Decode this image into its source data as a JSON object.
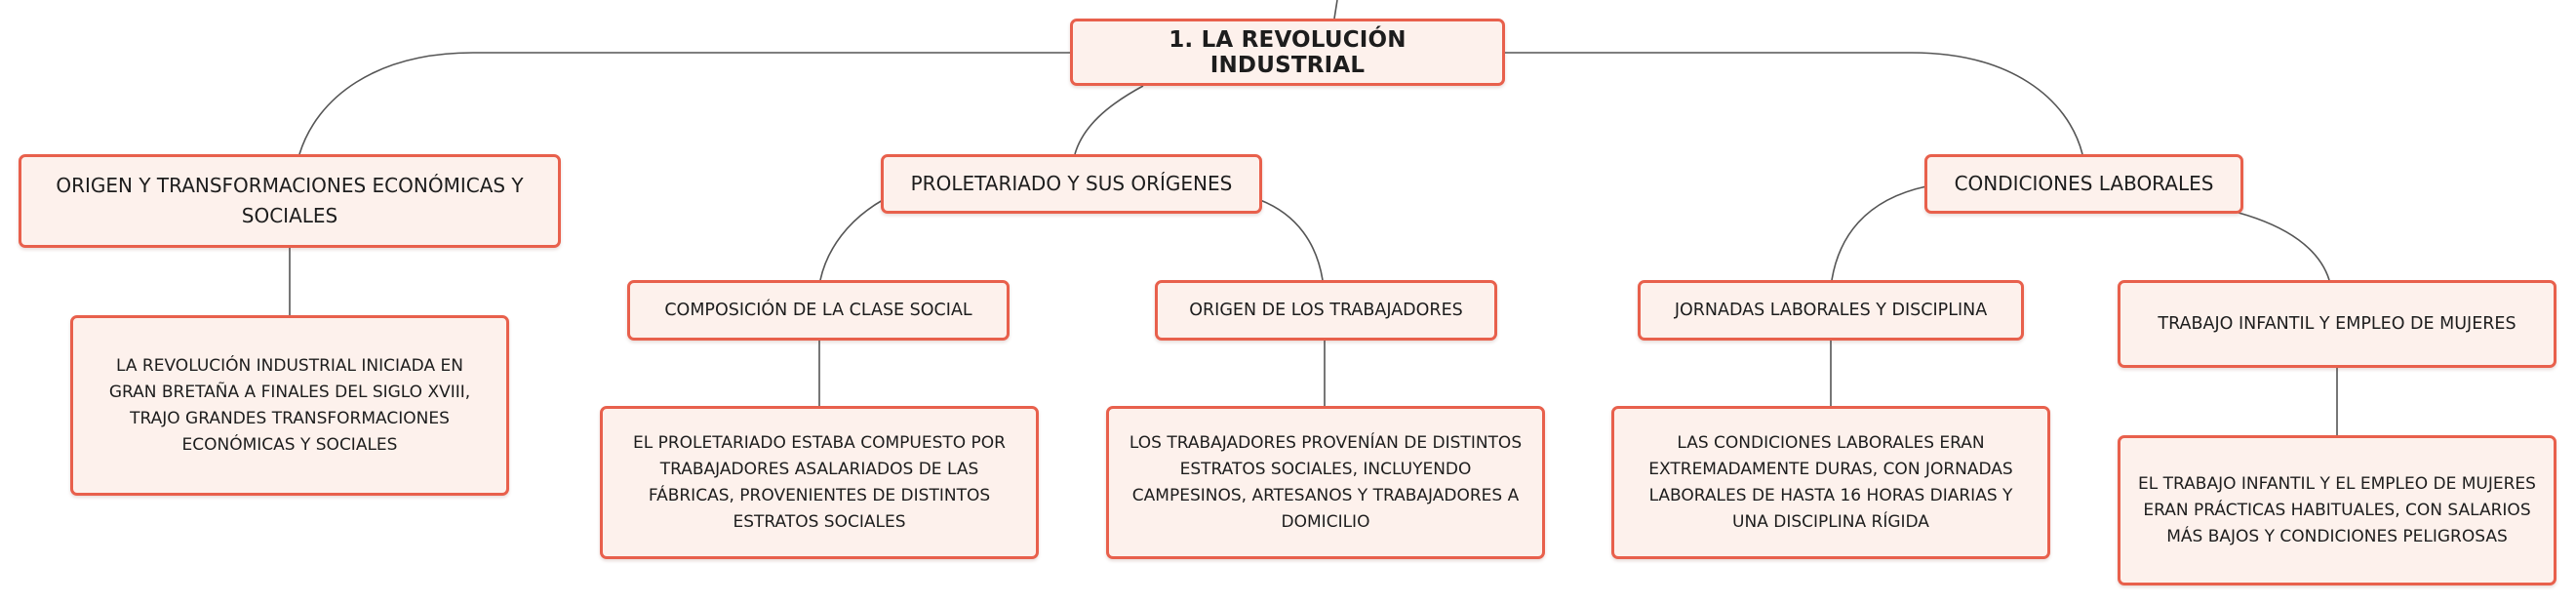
{
  "colors": {
    "node_fill": "#fdf1ec",
    "node_border": "#e8604c",
    "connector": "#555555",
    "text": "#1d1d1d"
  },
  "root": {
    "label": "1. LA REVOLUCIÓN INDUSTRIAL"
  },
  "branches": [
    {
      "label": "ORIGEN Y TRANSFORMACIONES ECONÓMICAS Y SOCIALES",
      "detail": "LA REVOLUCIÓN INDUSTRIAL INICIADA EN GRAN BRETAÑA A FINALES DEL SIGLO XVIII, TRAJO GRANDES TRANSFORMACIONES ECONÓMICAS Y SOCIALES"
    },
    {
      "label": "PROLETARIADO Y SUS ORÍGENES",
      "children": [
        {
          "label": "COMPOSICIÓN DE LA CLASE SOCIAL",
          "detail": "EL PROLETARIADO ESTABA COMPUESTO POR TRABAJADORES ASALARIADOS DE LAS FÁBRICAS, PROVENIENTES DE DISTINTOS ESTRATOS SOCIALES"
        },
        {
          "label": "ORIGEN DE LOS TRABAJADORES",
          "detail": "LOS TRABAJADORES PROVENÍAN DE DISTINTOS ESTRATOS SOCIALES, INCLUYENDO CAMPESINOS, ARTESANOS Y TRABAJADORES A DOMICILIO"
        }
      ]
    },
    {
      "label": "CONDICIONES LABORALES",
      "children": [
        {
          "label": "JORNADAS LABORALES Y DISCIPLINA",
          "detail": "LAS CONDICIONES LABORALES ERAN EXTREMADAMENTE DURAS, CON JORNADAS LABORALES DE HASTA 16 HORAS DIARIAS Y UNA DISCIPLINA RÍGIDA"
        },
        {
          "label": "TRABAJO INFANTIL Y EMPLEO DE MUJERES",
          "detail": "EL TRABAJO INFANTIL Y EL EMPLEO DE MUJERES ERAN PRÁCTICAS HABITUALES, CON SALARIOS MÁS BAJOS Y CONDICIONES PELIGROSAS"
        }
      ]
    }
  ]
}
